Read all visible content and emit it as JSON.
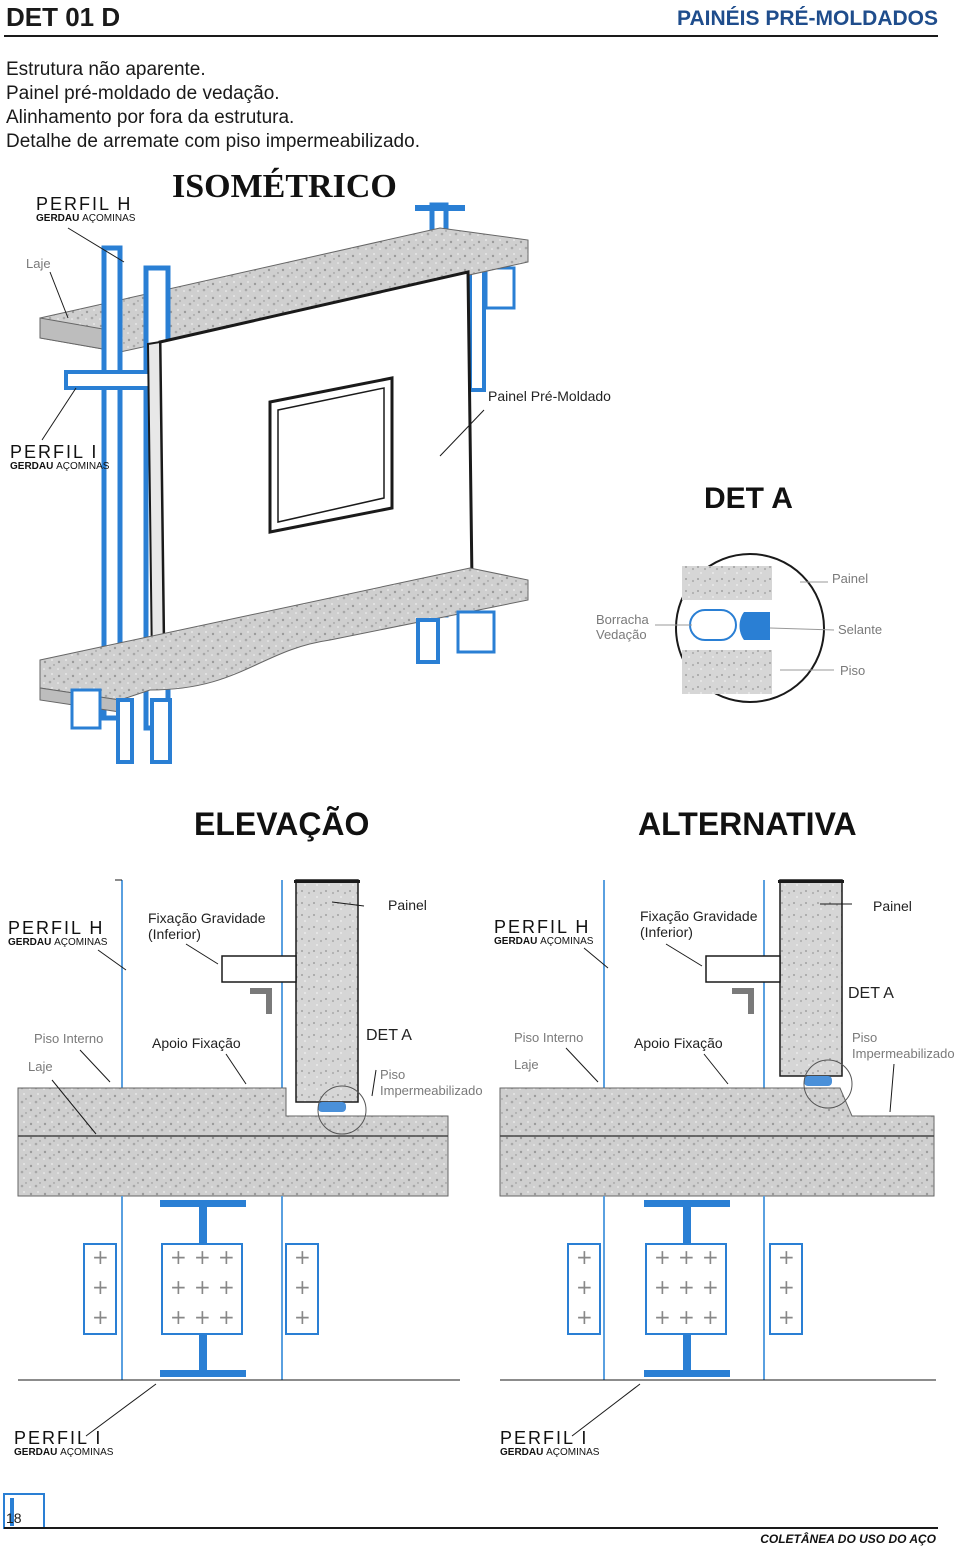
{
  "header": {
    "code": "DET 01 D",
    "section": "PAINÉIS PRÉ-MOLDADOS"
  },
  "description": [
    "Estrutura não aparente.",
    "Painel pré-moldado de vedação.",
    "Alinhamento por fora da estrutura.",
    "Detalhe de arremate com piso impermeabilizado."
  ],
  "iso": {
    "title": "ISOMÉTRICO",
    "perfil_h": "PERFIL H",
    "perfil_i": "PERFIL I",
    "brand_bold": "GERDAU",
    "brand_rest": "AÇOMINAS",
    "laje": "Laje",
    "painel_pre_moldado": "Painel Pré-Moldado"
  },
  "det_a": {
    "title": "DET A",
    "painel": "Painel",
    "borracha": "Borracha",
    "vedacao": "Vedação",
    "selante": "Selante",
    "piso": "Piso"
  },
  "elevacao": {
    "title": "ELEVAÇÃO",
    "perfil_h": "PERFIL H",
    "perfil_i": "PERFIL I",
    "fixacao": "Fixação Gravidade",
    "inferior": "(Inferior)",
    "painel": "Painel",
    "piso_interno": "Piso Interno",
    "laje": "Laje",
    "apoio": "Apoio Fixação",
    "det_a": "DET A",
    "piso": "Piso",
    "impermeabilizado": "Impermeabilizado"
  },
  "alternativa": {
    "title": "ALTERNATIVA",
    "perfil_h": "PERFIL H",
    "perfil_i": "PERFIL I",
    "fixacao": "Fixação Gravidade",
    "inferior": "(Inferior)",
    "painel": "Painel",
    "det_a": "DET A",
    "piso_interno": "Piso Interno",
    "laje": "Laje",
    "apoio": "Apoio Fixação",
    "piso": "Piso",
    "impermeabilizado": "Impermeabilizado"
  },
  "footer": {
    "page": "18",
    "publication": "COLETÂNEA DO USO DO AÇO"
  },
  "colors": {
    "steel": "#2a7fd4",
    "concrete": "#c9c9c9",
    "heading_blue": "#1f4d8c"
  }
}
